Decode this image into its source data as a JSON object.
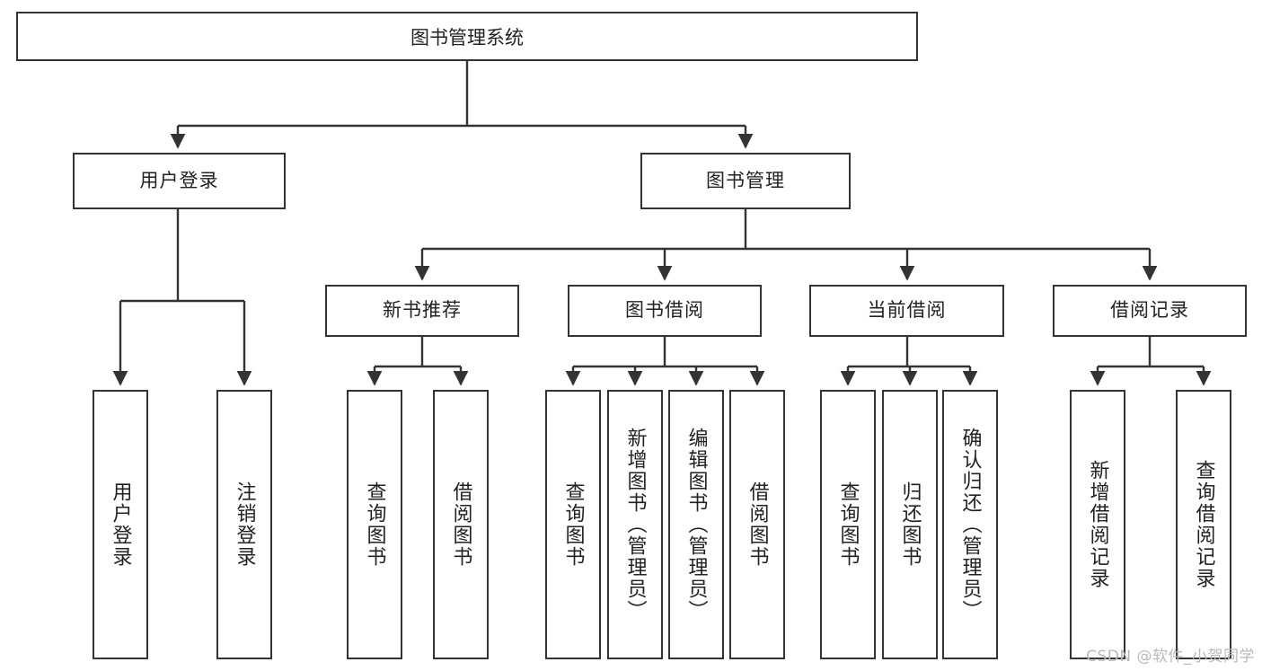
{
  "diagram": {
    "title": "图书管理系统",
    "type": "tree",
    "root": {
      "label": "图书管理系统"
    },
    "level2": [
      {
        "id": "user-login",
        "label": "用户登录"
      },
      {
        "id": "book-manage",
        "label": "图书管理"
      }
    ],
    "level3": [
      {
        "id": "new-book-recommend",
        "label": "新书推荐"
      },
      {
        "id": "book-borrow",
        "label": "图书借阅"
      },
      {
        "id": "current-borrow",
        "label": "当前借阅"
      },
      {
        "id": "borrow-record",
        "label": "借阅记录"
      }
    ],
    "leaves": {
      "user_login": [
        {
          "id": "leaf-user-login",
          "label": "用户登录"
        },
        {
          "id": "leaf-logout-login",
          "label": "注销登录"
        }
      ],
      "new_book_recommend": [
        {
          "id": "leaf-query-book-1",
          "label": "查询图书"
        },
        {
          "id": "leaf-borrow-book-1",
          "label": "借阅图书"
        }
      ],
      "book_borrow": [
        {
          "id": "leaf-query-book-2",
          "label": "查询图书"
        },
        {
          "id": "leaf-add-book",
          "label": "新增图书（管理员）"
        },
        {
          "id": "leaf-edit-book",
          "label": "编辑图书（管理员）"
        },
        {
          "id": "leaf-borrow-book-2",
          "label": "借阅图书"
        }
      ],
      "current_borrow": [
        {
          "id": "leaf-query-book-3",
          "label": "查询图书"
        },
        {
          "id": "leaf-return-book",
          "label": "归还图书"
        },
        {
          "id": "leaf-confirm-return",
          "label": "确认归还（管理员）"
        }
      ],
      "borrow_record": [
        {
          "id": "leaf-add-borrow-record",
          "label": "新增借阅记录"
        },
        {
          "id": "leaf-query-borrow-record",
          "label": "查询借阅记录"
        }
      ]
    }
  },
  "watermark": {
    "text": "CSDN @软件_小贺同学"
  },
  "colors": {
    "border": "#333333",
    "text": "#222222",
    "background": "#ffffff",
    "watermark": "#b9b9b9"
  }
}
